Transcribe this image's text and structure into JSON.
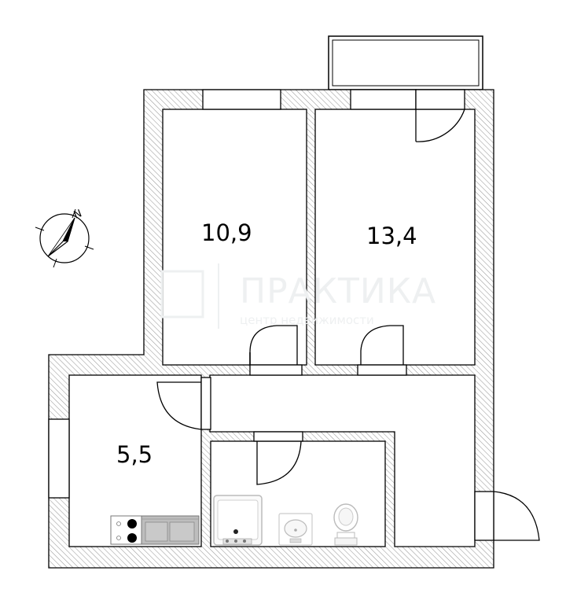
{
  "rooms": [
    {
      "id": "room-left",
      "area": "10,9"
    },
    {
      "id": "room-right",
      "area": "13,4"
    },
    {
      "id": "kitchen",
      "area": "5,5"
    }
  ],
  "compass": {
    "letter": "N",
    "icon": "compass-rose-icon"
  },
  "watermark": {
    "title": "ПРАКТИКА",
    "subtitle": "центр недвижимости"
  },
  "fixtures": [
    "stove-icon",
    "kitchen-sink-icon",
    "bathtub-icon",
    "washbasin-icon",
    "toilet-icon"
  ],
  "colors": {
    "wall_fill": "#ffffff",
    "wall_hatch": "#9a9a9a",
    "outline": "#000000",
    "watermark": "#eef0f1"
  }
}
